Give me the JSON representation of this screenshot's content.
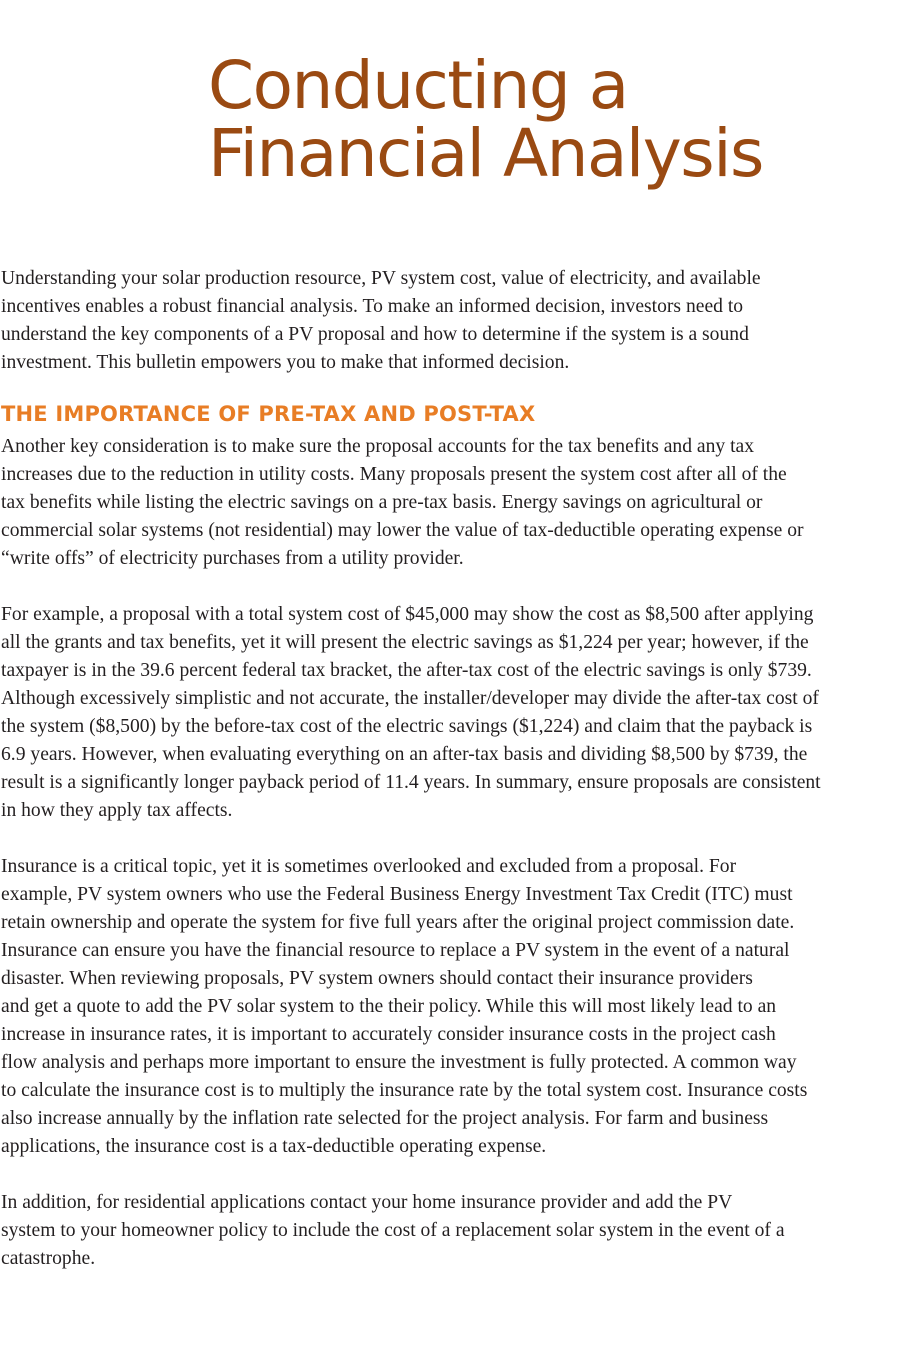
{
  "title": {
    "lines": [
      "Conducting a",
      "Financial Analysis"
    ]
  },
  "intro": {
    "lines": [
      "Understanding your solar production resource, PV system cost, value of electricity, and available",
      "incentives enables a robust financial analysis. To make an informed decision, investors need to",
      "understand the key components of a PV proposal and how to determine if the system is a sound",
      "investment. This bulletin empowers you to make that informed decision."
    ]
  },
  "section": {
    "heading": "THE IMPORTANCE OF PRE-TAX AND POST-TAX",
    "paragraphs": [
      {
        "lines": [
          "Another key consideration is to make sure the proposal accounts for the tax benefits and any tax",
          "increases due to the reduction in utility costs. Many proposals present the system cost after all of the",
          "tax benefits while listing the electric savings on a pre-tax basis. Energy savings on agricultural or",
          "commercial solar systems (not residential) may lower the value of tax-deductible operating expense or",
          "“write offs” of electricity purchases from a utility provider."
        ]
      },
      {
        "lines": [
          "For example, a proposal with a total system cost of $45,000 may show the cost as $8,500 after applying",
          "all the grants and tax benefits, yet it will present the electric savings as $1,224 per year; however, if the",
          "taxpayer is in the 39.6 percent federal tax bracket, the after-tax cost of the electric savings is only $739.",
          "Although excessively simplistic and not accurate, the installer/developer may divide the after-tax cost of",
          "the system ($8,500) by the before-tax cost of the electric savings ($1,224) and claim that the payback is",
          "6.9 years. However, when evaluating everything on an after-tax basis and dividing $8,500 by $739, the",
          "result is a significantly longer payback period of 11.4 years. In summary, ensure proposals are consistent",
          "in how they apply tax affects."
        ]
      },
      {
        "lines": [
          "Insurance is a critical topic, yet it is sometimes overlooked and excluded from a proposal.  For",
          "example, PV system owners who use the Federal Business Energy Investment Tax Credit (ITC) must",
          "retain ownership and operate the system for five full years after the original project commission date.",
          "Insurance can ensure you have the financial resource to replace a PV system in the event of a natural",
          "disaster.  When reviewing proposals, PV system owners should contact their insurance providers",
          "and get a quote to add the PV solar system to the their policy.  While this will most likely lead to an",
          "increase in insurance rates, it is important to accurately consider insurance costs in the project cash",
          "flow analysis and perhaps more important to ensure the investment is fully protected.  A common way",
          "to calculate the insurance cost is to multiply the insurance rate by the total system cost. Insurance costs",
          "also increase annually by the inflation rate selected for the project analysis.  For farm and business",
          "applications, the insurance cost is a tax-deductible operating expense."
        ]
      },
      {
        "lines": [
          "In addition, for residential applications contact your home insurance provider and add the PV",
          "system to your homeowner policy to include the cost of a replacement solar system in the event of a",
          "catastrophe."
        ]
      }
    ]
  },
  "colors": {
    "title": "#9a4a12",
    "heading": "#e87d25",
    "body_text": "#231f20",
    "background": "#ffffff"
  }
}
